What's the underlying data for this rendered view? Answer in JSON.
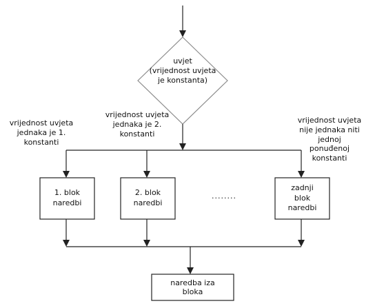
{
  "diagram": {
    "decision": {
      "text": "uvjet\n(vrijednost uvjeta\nje konstanta)"
    },
    "branch_labels": {
      "first": "vrijednost uvjeta\njednaka je 1.\nkonstanti",
      "second": "vrijednost uvjeta\njednaka je 2.\nkonstanti",
      "last": "vrijednost uvjeta\nnije jednaka niti\njednoj\nponuđenoj\nkonstanti"
    },
    "blocks": {
      "first": "1. blok\nnaredbi",
      "second": "2. blok\nnaredbi",
      "ellipsis": "........",
      "last": "zadnji\nblok\nnaredbi"
    },
    "after": {
      "text": "naredba iza\nbloka"
    }
  }
}
